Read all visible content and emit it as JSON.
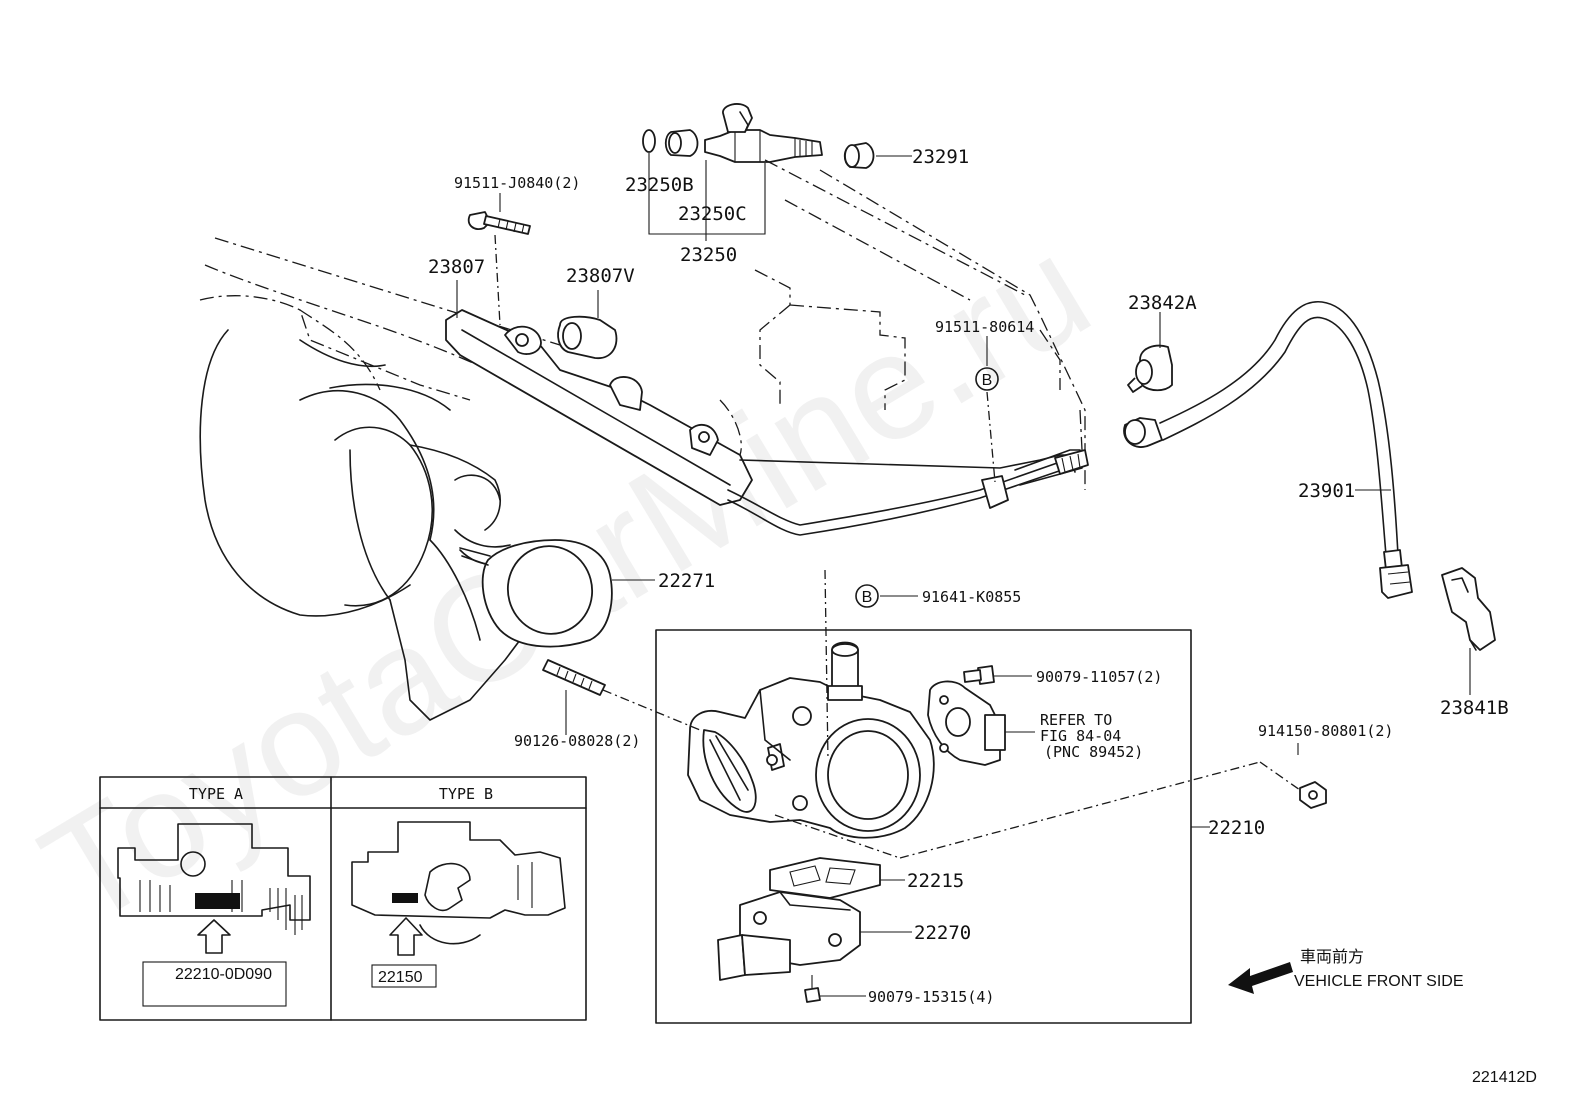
{
  "watermark": "ToyotaCarMine.ru",
  "labels": {
    "p23291": "23291",
    "p23250b": "23250B",
    "p23250c": "23250C",
    "p23250": "23250",
    "p91511_j0840": "91511-J0840(2)",
    "p23807": "23807",
    "p23807v": "23807V",
    "p91511_80614": "91511-80614",
    "p23842a": "23842A",
    "p23901": "23901",
    "p22271": "22271",
    "p91641": "91641-K0855",
    "p90079_11057": "90079-11057(2)",
    "refer_1": "REFER TO",
    "refer_2": "FIG 84-04",
    "refer_3": "(PNC 89452)",
    "p90126": "90126-08028(2)",
    "p23841b": "23841B",
    "p914150": "914150-80801(2)",
    "p22210": "22210",
    "p22215": "22215",
    "p22270": "22270",
    "p90079_15315": "90079-15315(4)",
    "marker_b": "B"
  },
  "inset": {
    "type_a_title": "TYPE A",
    "type_a_part": "22210-0D090",
    "type_b_title": "TYPE B",
    "type_b_part": "22150"
  },
  "direction": {
    "jp": "車両前方",
    "en": "VEHICLE FRONT SIDE"
  },
  "figure_code": "221412D"
}
